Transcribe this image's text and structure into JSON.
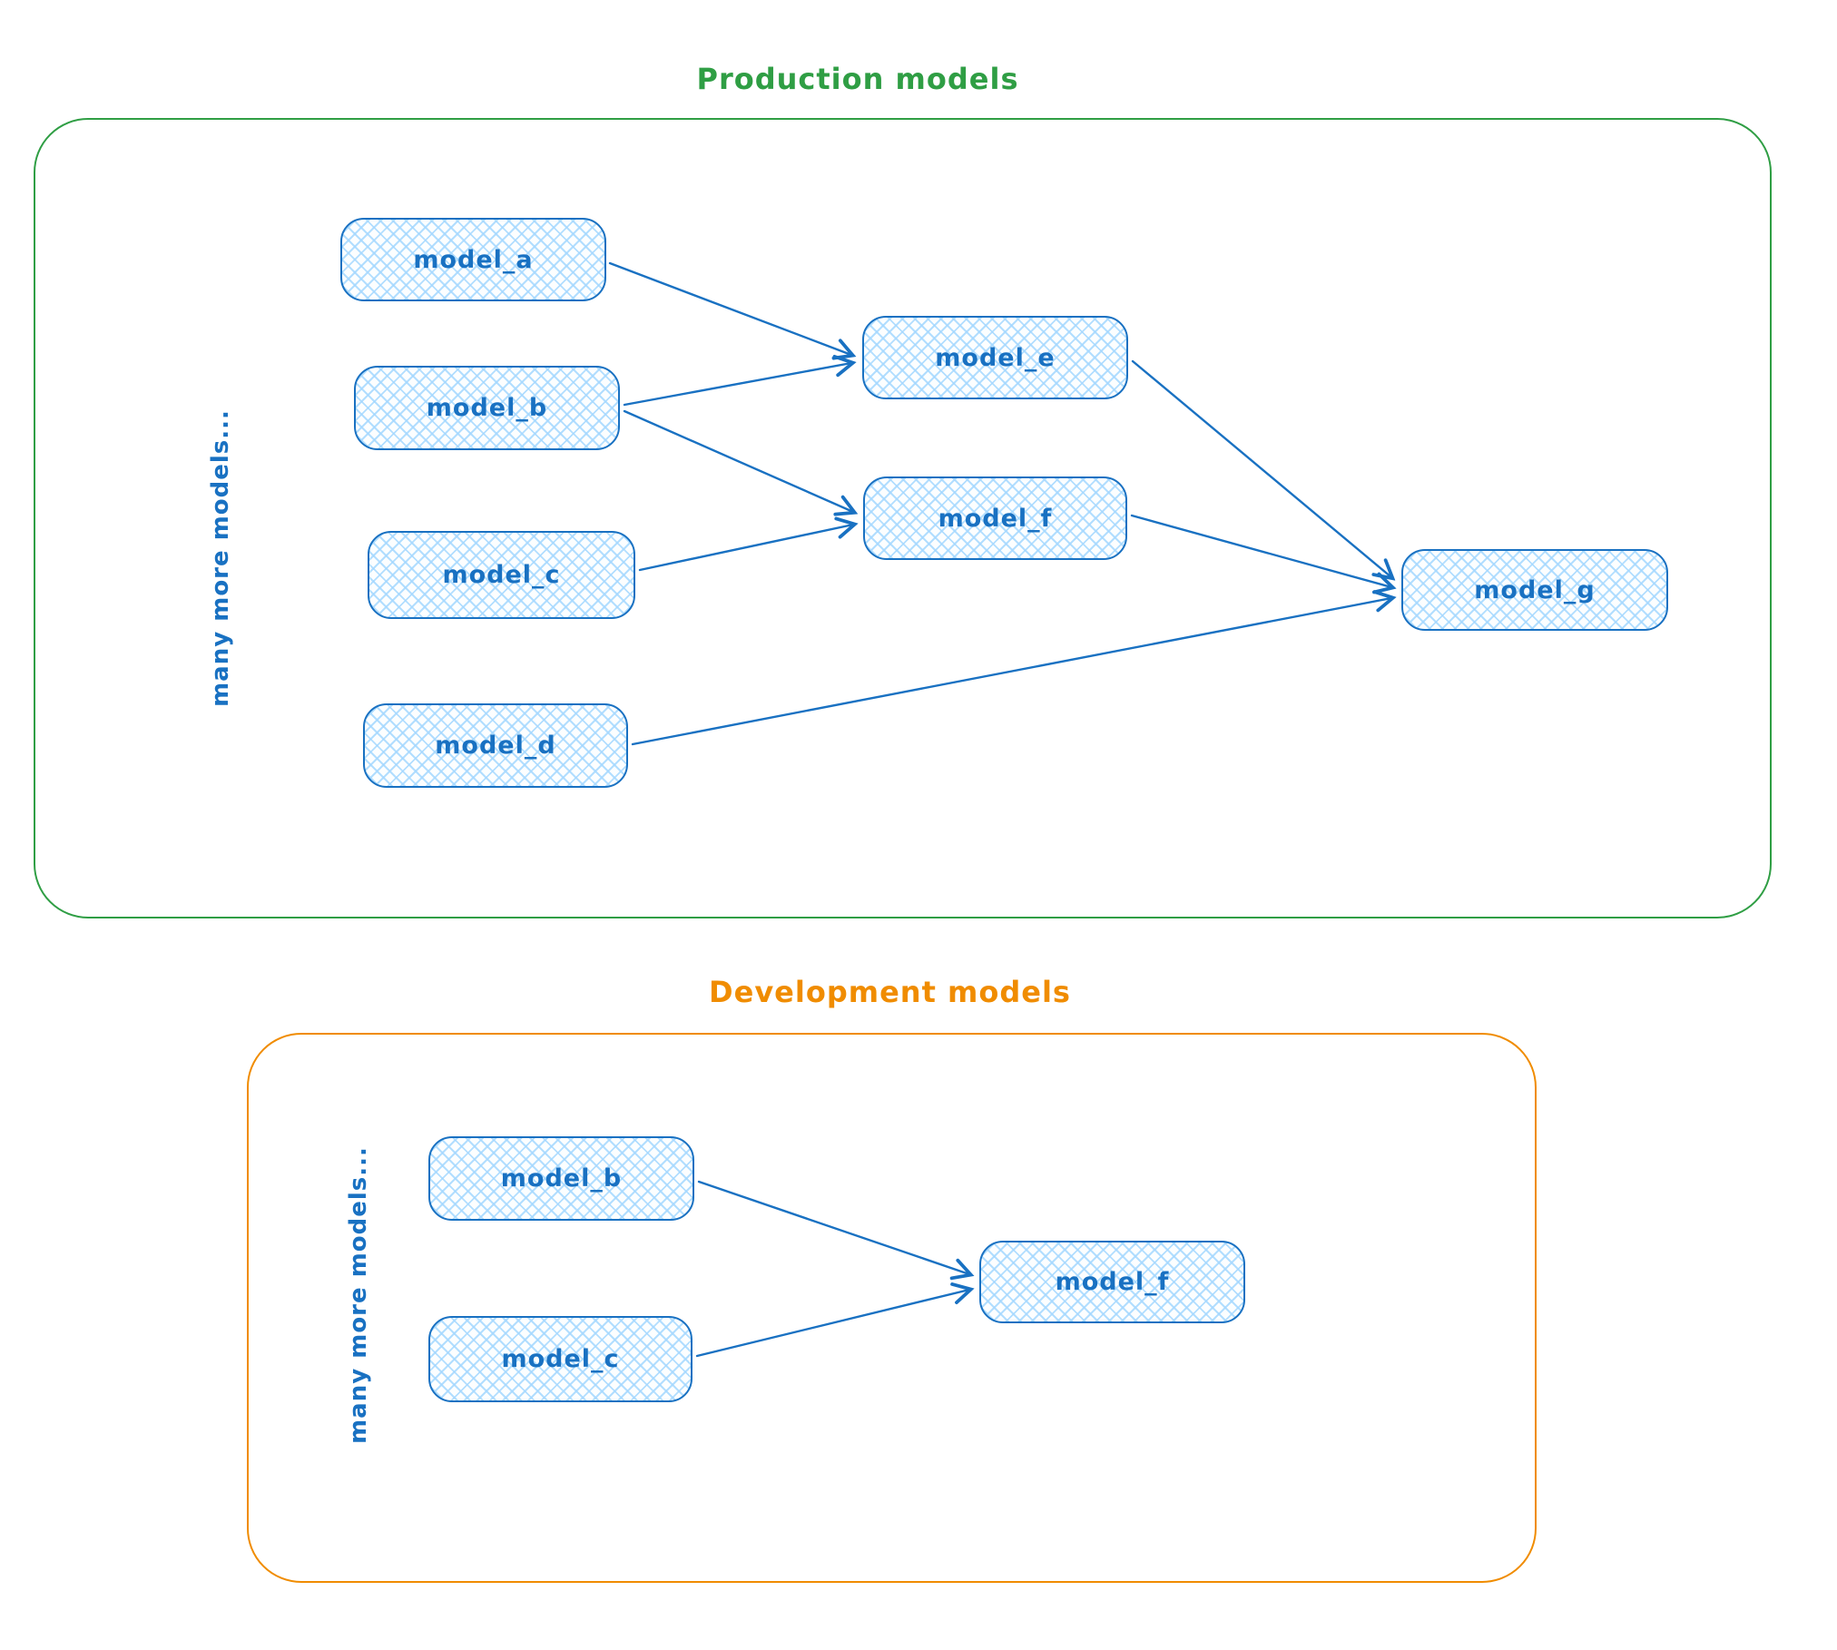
{
  "colors": {
    "production_accent": "#2f9e44",
    "development_accent": "#f08c00",
    "node_stroke": "#1971c2",
    "node_fill_hatch": "#a5d8ff"
  },
  "diagram": {
    "production": {
      "title": "Production models",
      "side_label": "many more models...",
      "nodes": [
        {
          "id": "model_a",
          "label": "model_a"
        },
        {
          "id": "model_b",
          "label": "model_b"
        },
        {
          "id": "model_c",
          "label": "model_c"
        },
        {
          "id": "model_d",
          "label": "model_d"
        },
        {
          "id": "model_e",
          "label": "model_e"
        },
        {
          "id": "model_f",
          "label": "model_f"
        },
        {
          "id": "model_g",
          "label": "model_g"
        }
      ],
      "edges": [
        {
          "from": "model_a",
          "to": "model_e"
        },
        {
          "from": "model_b",
          "to": "model_e"
        },
        {
          "from": "model_b",
          "to": "model_f"
        },
        {
          "from": "model_c",
          "to": "model_f"
        },
        {
          "from": "model_e",
          "to": "model_g"
        },
        {
          "from": "model_f",
          "to": "model_g"
        },
        {
          "from": "model_d",
          "to": "model_g"
        }
      ]
    },
    "development": {
      "title": "Development models",
      "side_label": "many more models...",
      "nodes": [
        {
          "id": "model_b",
          "label": "model_b"
        },
        {
          "id": "model_c",
          "label": "model_c"
        },
        {
          "id": "model_f",
          "label": "model_f"
        }
      ],
      "edges": [
        {
          "from": "model_b",
          "to": "model_f"
        },
        {
          "from": "model_c",
          "to": "model_f"
        }
      ]
    }
  }
}
